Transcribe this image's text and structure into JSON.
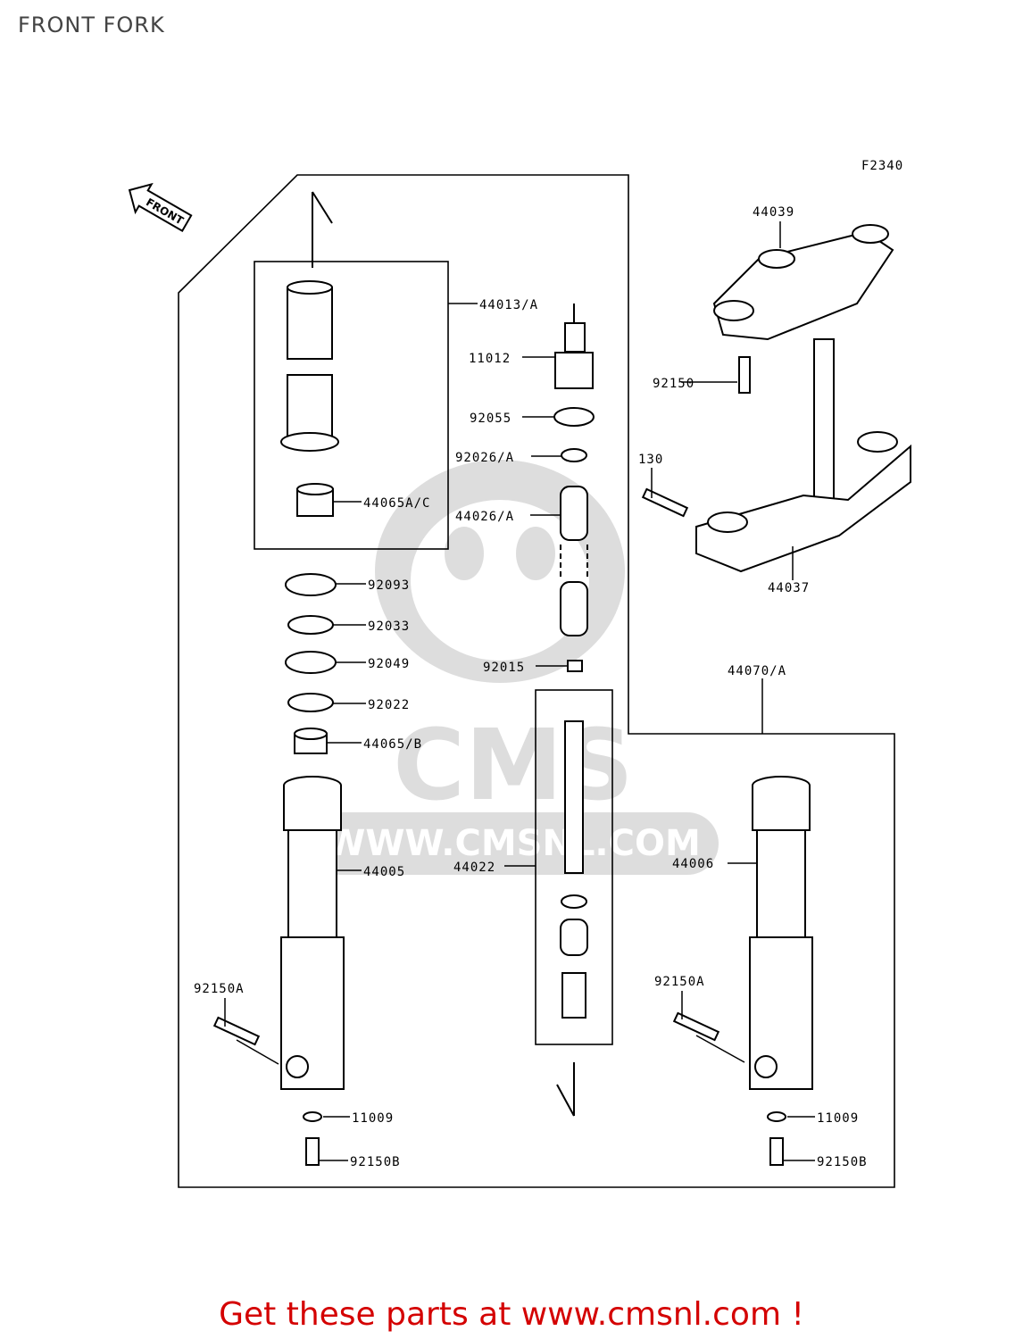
{
  "page": {
    "title": "FRONT FORK"
  },
  "diagram": {
    "code": "F2340",
    "front_label": "FRONT",
    "labels": {
      "p44039": "44039",
      "p44013A": "44013/A",
      "p11012": "11012",
      "p92150_top": "92150",
      "p92055": "92055",
      "p92026A": "92026/A",
      "p130": "130",
      "p44065AC": "44065A/C",
      "p44026A": "44026/A",
      "p44037": "44037",
      "p92093": "92093",
      "p92033": "92033",
      "p92049": "92049",
      "p92015": "92015",
      "p92022": "92022",
      "p44070A": "44070/A",
      "p44065B": "44065/B",
      "p44005": "44005",
      "p44022": "44022",
      "p44006": "44006",
      "p92150A_left": "92150A",
      "p92150A_right": "92150A",
      "p11009_left": "11009",
      "p11009_right": "11009",
      "p92150B_left": "92150B",
      "p92150B_right": "92150B"
    }
  },
  "watermark": {
    "brand": "CMS",
    "url": "WWW.CMSNL.COM"
  },
  "footer": {
    "text": "Get these parts at www.cmsnl.com !"
  }
}
